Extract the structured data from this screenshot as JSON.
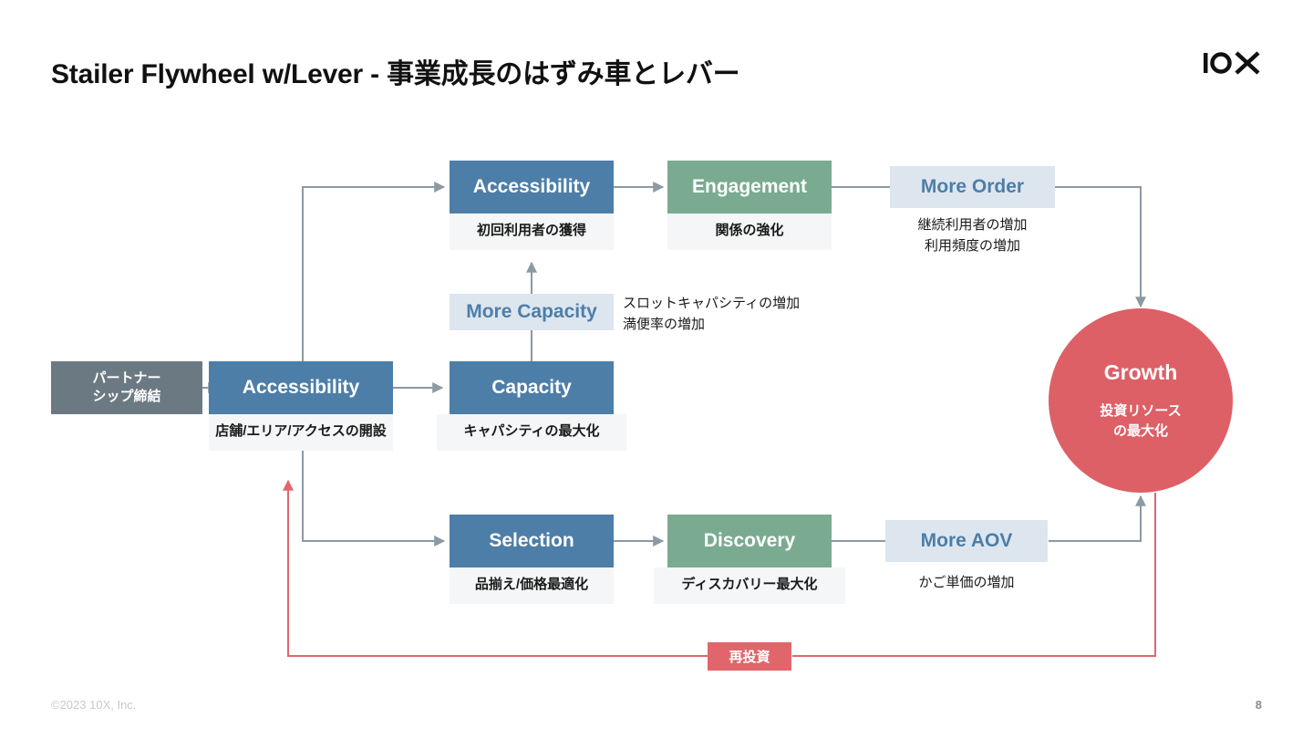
{
  "header": {
    "title": "Stailer Flywheel w/Lever - 事業成長のはずみ車とレバー",
    "logo_alt": "10x-logo"
  },
  "footer": {
    "copyright": "©2023 10X, Inc.",
    "page_number": "8"
  },
  "colors": {
    "blue": "#4d7ea8",
    "green": "#7aab91",
    "light_blue": "#dde6ef",
    "gray": "#6b7a82",
    "red": "#dd6066",
    "wire": "#8b9aa3",
    "caption_bg": "#f4f6f7"
  },
  "diagram": {
    "nodes": {
      "partnership": {
        "label": "パートナー\nシップ締結",
        "label_line1": "パートナー",
        "label_line2": "シップ締結"
      },
      "accessibility_left": {
        "label": "Accessibility",
        "caption": "店舗/エリア/アクセスの開設"
      },
      "capacity": {
        "label": "Capacity",
        "caption": "キャパシティの最大化"
      },
      "accessibility_top": {
        "label": "Accessibility",
        "caption": "初回利用者の獲得"
      },
      "engagement": {
        "label": "Engagement",
        "caption": "関係の強化"
      },
      "selection": {
        "label": "Selection",
        "caption": "品揃え/価格最適化"
      },
      "discovery": {
        "label": "Discovery",
        "caption": "ディスカバリー最大化"
      },
      "more_order": {
        "label": "More Order",
        "caption_line1": "継続利用者の増加",
        "caption_line2": "利用頻度の増加"
      },
      "more_capacity": {
        "label": "More Capacity",
        "caption_line1": "スロットキャパシティの増加",
        "caption_line2": "満便率の増加"
      },
      "more_aov": {
        "label": "More AOV",
        "caption": "かご単価の増加"
      },
      "growth": {
        "label": "Growth",
        "caption_line1": "投資リソース",
        "caption_line2": "の最大化"
      },
      "reinvest": {
        "label": "再投資"
      }
    }
  }
}
